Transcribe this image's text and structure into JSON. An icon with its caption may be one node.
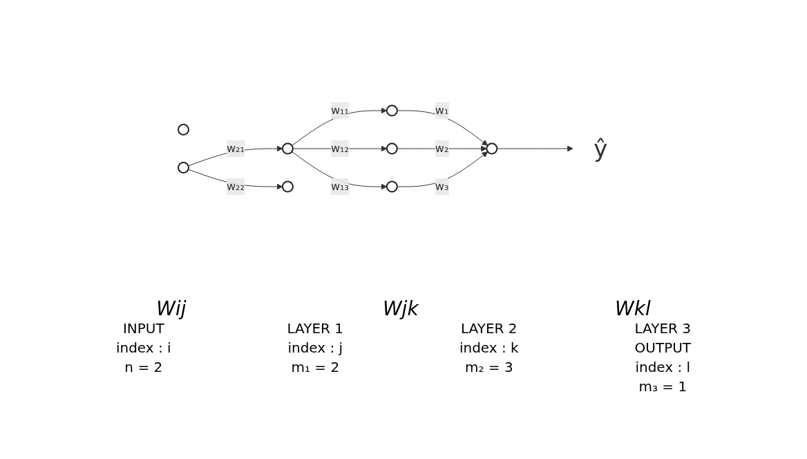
{
  "diagram": {
    "nodes": [
      {
        "text": [],
        "shape": "circle"
      },
      {
        "text": [],
        "shape": "circle"
      },
      {
        "text": [],
        "shape": "circle"
      },
      {
        "text": [],
        "shape": "circle"
      },
      {
        "text": [],
        "shape": "circle"
      },
      {
        "text": [],
        "shape": "circle"
      },
      {
        "text": [],
        "shape": "circle"
      },
      {
        "text": [],
        "shape": "circle"
      },
      {
        "text": [
          "ŷ"
        ]
      }
    ],
    "edges": [
      {
        "from": 1,
        "to": 2,
        "arrow": "to",
        "label": "w₂₁"
      },
      {
        "from": 1,
        "to": 3,
        "arrow": "to",
        "label": "w₂₂"
      },
      {
        "from": 2,
        "to": 4,
        "arrow": "to",
        "label": "w₁₁"
      },
      {
        "from": 2,
        "to": 5,
        "arrow": "to",
        "label": "w₁₂"
      },
      {
        "from": 2,
        "to": 6,
        "arrow": "to",
        "label": "w₁₃"
      },
      {
        "from": 4,
        "to": 7,
        "arrow": "to",
        "label": "w₁"
      },
      {
        "from": 5,
        "to": 7,
        "arrow": "to",
        "label": "w₂"
      },
      {
        "from": 6,
        "to": 7,
        "arrow": "to",
        "label": "w₃"
      },
      {
        "from": 7,
        "to": 8,
        "arrow": "to"
      }
    ],
    "labels": [
      "Wij",
      "Wjk",
      "Wkl",
      "INPUT",
      "index : i",
      "n = 2",
      "LAYER 1",
      "index : j",
      "m₁ = 2",
      "LAYER 2",
      "index : k",
      "m₂ = 3",
      "LAYER 3",
      "OUTPUT",
      "index : l",
      "m₃ = 1"
    ]
  }
}
